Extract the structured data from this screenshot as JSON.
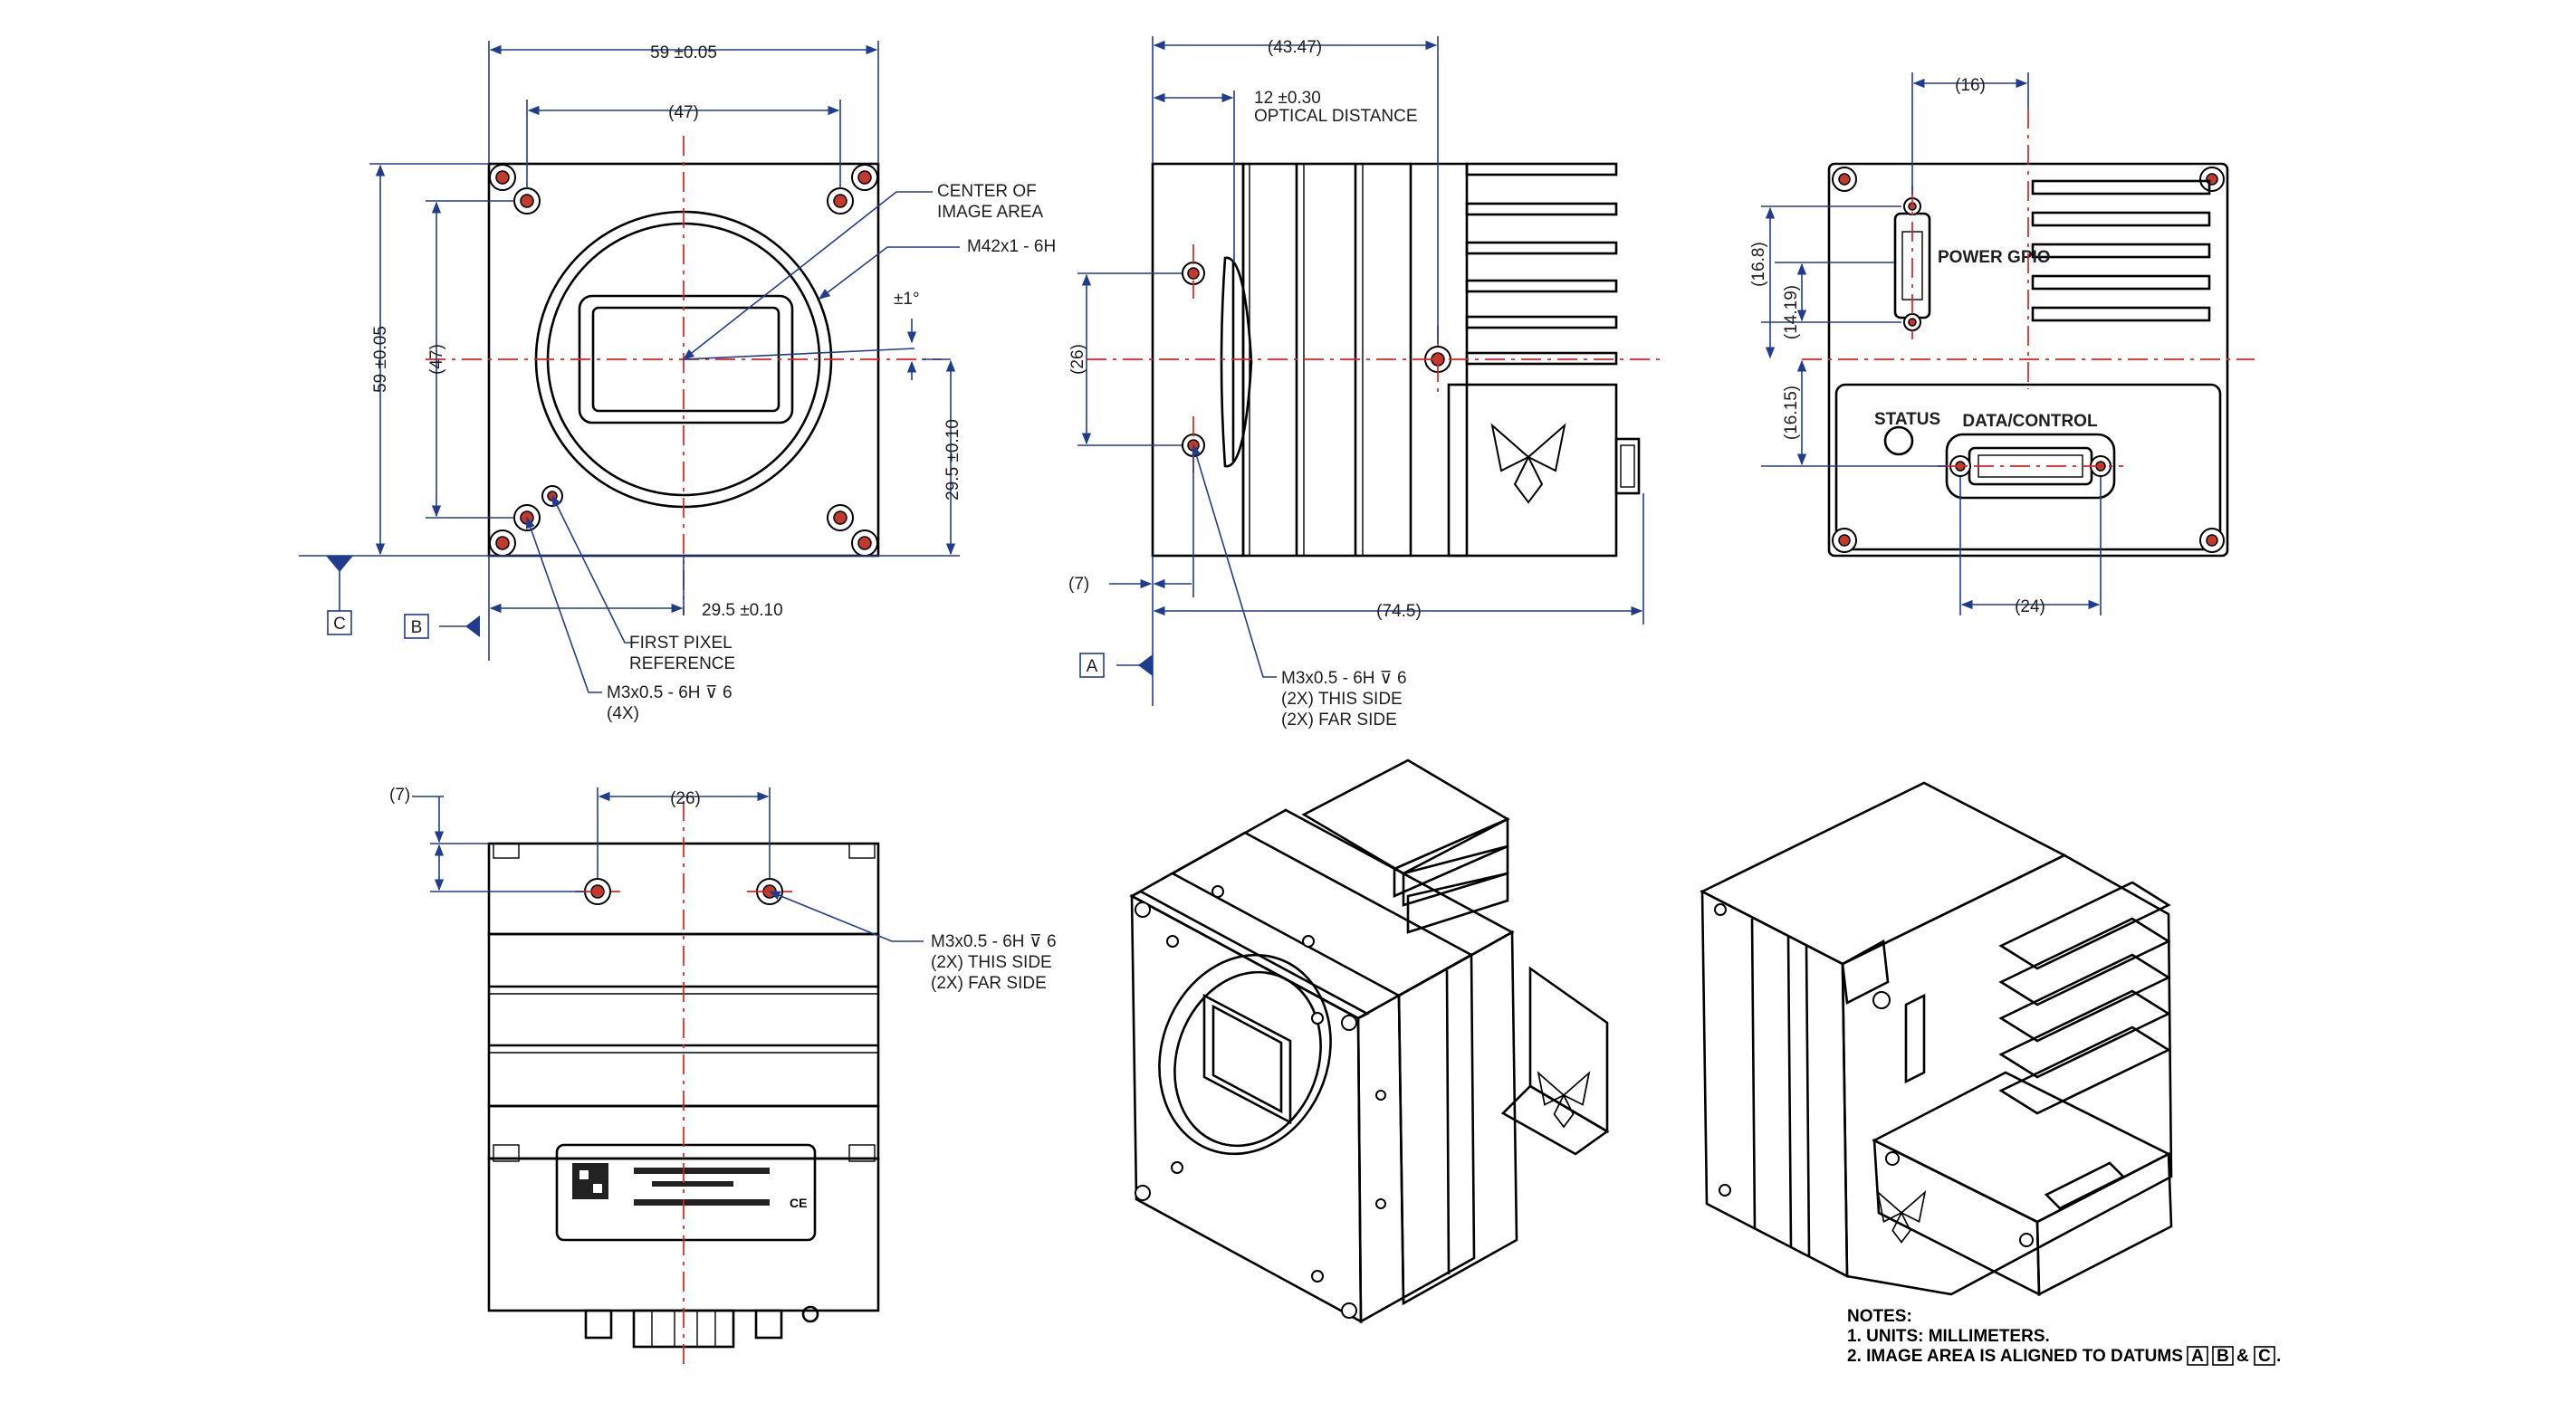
{
  "front_view": {
    "width_overall": "59 ±0.05",
    "hole_spacing_top": "(47)",
    "height_overall": "59 ±0.05",
    "hole_spacing_side": "(47)",
    "center_to_bottom": "29.5 ±0.10",
    "center_to_side": "29.5 ±0.10",
    "tilt": "±1°",
    "center_note": [
      "CENTER OF",
      "IMAGE AREA"
    ],
    "mount": "M42x1 - 6H",
    "first_pixel": [
      "FIRST PIXEL",
      "REFERENCE"
    ],
    "screw_note": [
      "M3x0.5 - 6H ⊽ 6",
      "(4X)"
    ]
  },
  "side_view": {
    "depth_body": "(43.47)",
    "optical_distance": [
      "12 ±0.30",
      "OPTICAL DISTANCE"
    ],
    "hole_spacing": "(26)",
    "hole_offset": "(7)",
    "length_overall": "(74.5)",
    "screw_note": [
      "M3x0.5 - 6H ⊽ 6",
      "(2X) THIS SIDE",
      "(2X) FAR SIDE"
    ]
  },
  "rear_view": {
    "connector_spacing": "(16)",
    "power_offset": "(16.8)",
    "gpio_offset": "(14.19)",
    "data_offset": "(16.15)",
    "data_width": "(24)",
    "power_label": "POWER GPIO",
    "status_label": "STATUS",
    "data_label": "DATA/CONTROL"
  },
  "top_view": {
    "hole_offset": "(7)",
    "hole_spacing": "(26)",
    "screw_note": [
      "M3x0.5 - 6H ⊽ 6",
      "(2X) THIS SIDE",
      "(2X) FAR SIDE"
    ]
  },
  "datums": {
    "a": "A",
    "b": "B",
    "c": "C"
  },
  "notes": {
    "title": "NOTES:",
    "line1": "1. UNITS: MILLIMETERS.",
    "line2_prefix": "2. IMAGE AREA IS ALIGNED TO DATUMS",
    "datum_a": "A",
    "datum_b": "B",
    "amp": "&",
    "datum_c": "C",
    "end": "."
  },
  "colors": {
    "dimension": "#1f3c8f",
    "centerline": "#e02020",
    "object": "#000000"
  }
}
